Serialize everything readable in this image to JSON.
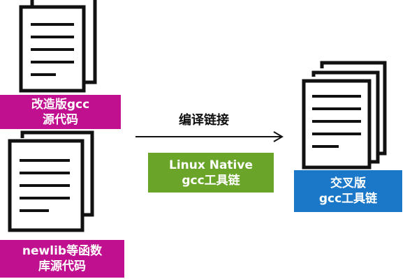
{
  "colors": {
    "magenta": "#c0108f",
    "green": "#6aa52a",
    "blue": "#1b78c8",
    "ink": "#111111"
  },
  "nodes": {
    "modified_gcc_source": {
      "icon": "stacked-document-icon",
      "line1": "改造版gcc",
      "line2": "源代码"
    },
    "newlib_source": {
      "icon": "stacked-document-icon",
      "line1": "newlib等函数",
      "line2": "库源代码"
    },
    "cross_toolchain": {
      "icon": "stacked-document-icon",
      "line1": "交叉版",
      "line2": "gcc工具链"
    }
  },
  "edge": {
    "action_label": "编译链接",
    "tool_line1": "Linux Native",
    "tool_line2": "gcc工具链"
  }
}
